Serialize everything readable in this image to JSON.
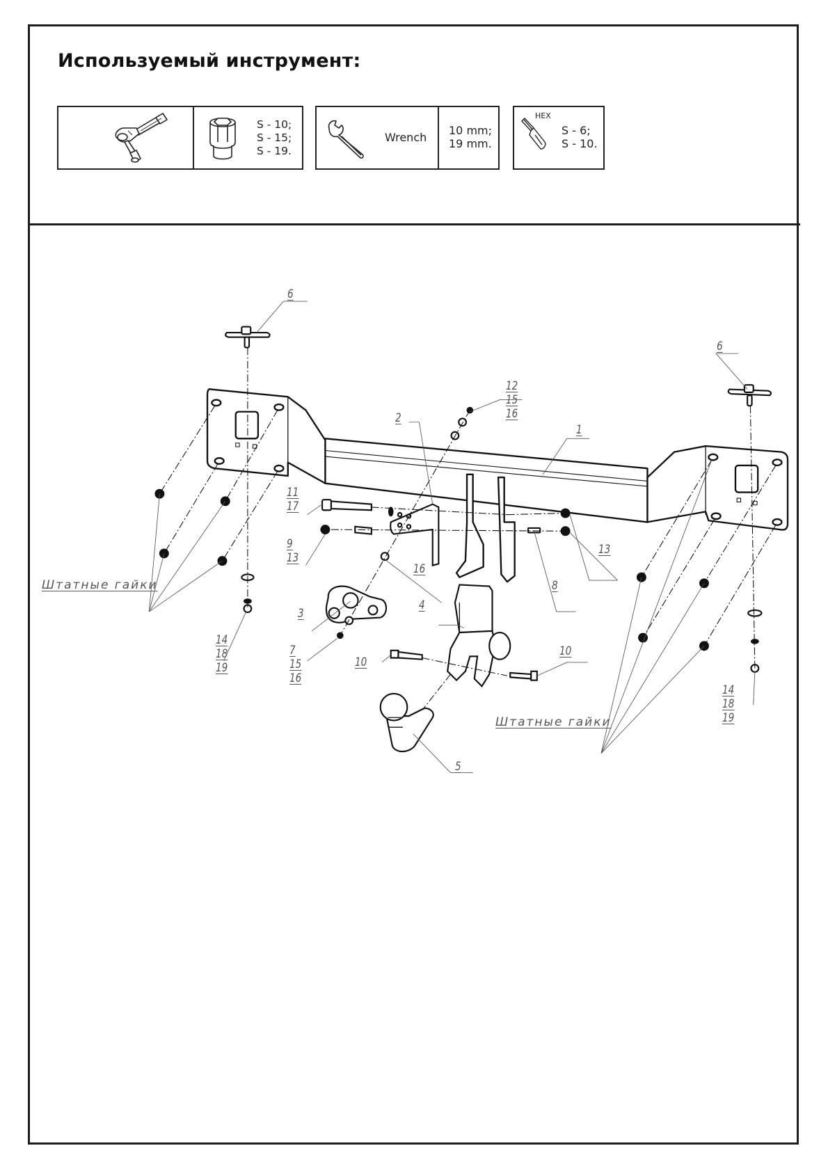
{
  "header": {
    "title": "Используемый инструмент:"
  },
  "tools": [
    {
      "icon": "ratchet-with-socket-icon",
      "icon2": "socket-head-icon",
      "specs": "S - 10;\nS - 15;\nS - 19."
    },
    {
      "icon": "open-end-wrench-icon",
      "label": "Wrench",
      "specs": "10 mm;\n19 mm."
    },
    {
      "icon": "hex-bit-icon",
      "icon_caption": "HEX",
      "specs": "S - 6;\nS - 10."
    }
  ],
  "diagram": {
    "title": "Exploded assembly view of towbar",
    "callouts": {
      "part_1": "1",
      "part_2": "2",
      "part_3": "3",
      "part_4": "4",
      "part_5": "5",
      "part_6_left": "6",
      "part_6_right": "6",
      "part_7_group": [
        "7",
        "15",
        "16"
      ],
      "part_8": "8",
      "part_9_group": [
        "9",
        "13"
      ],
      "part_10_left": "10",
      "part_10_right": "10",
      "part_11_group": [
        "11",
        "17"
      ],
      "part_12_group": [
        "12",
        "15",
        "16"
      ],
      "part_13_right": "13",
      "part_14_left_group": [
        "14",
        "18",
        "19"
      ],
      "part_14_right_group": [
        "14",
        "18",
        "19"
      ],
      "part_16": "16",
      "standard_nuts_left": "Штатные гайки",
      "standard_nuts_right": "Штатные гайки"
    }
  }
}
